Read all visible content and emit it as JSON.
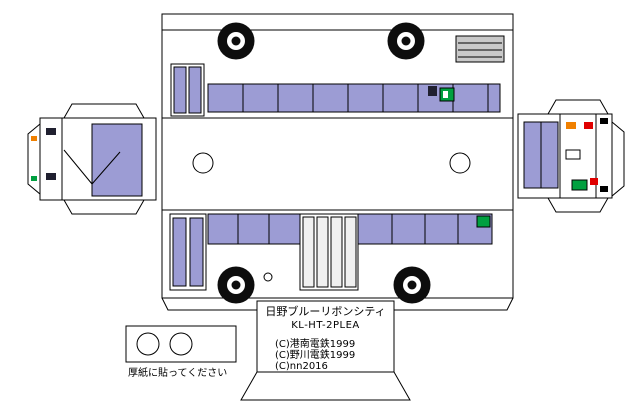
{
  "label_plate": {
    "title": "日野ブルーリボンシティ",
    "model": "KL-HT-2PLEA",
    "credits": [
      "(C)港南電鉄1999",
      "(C)野川電鉄1999",
      "(C)nn2016"
    ]
  },
  "instruction": {
    "caption": "厚紙に貼ってください"
  },
  "colors": {
    "window_glass": "#9c9cd4",
    "sign_green": "#00a040",
    "light_red": "#e00000",
    "light_orange": "#f08000",
    "ac_gray": "#c8c8c8",
    "door_panel": "#f0f0f0",
    "dark_detail": "#202030"
  }
}
